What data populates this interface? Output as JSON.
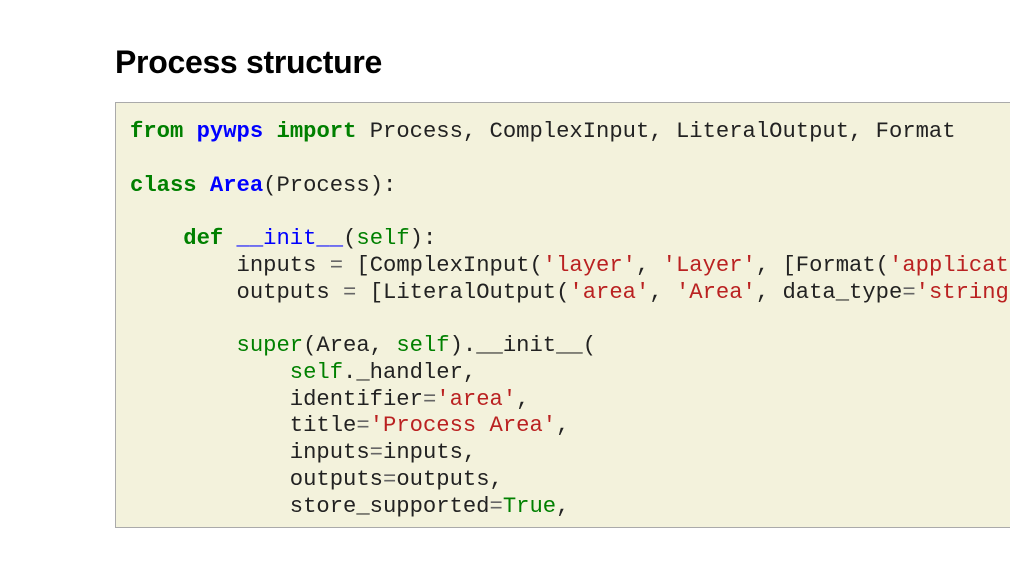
{
  "slide": {
    "title": "Process structure"
  },
  "code_lines": [
    [
      [
        "kw",
        "from"
      ],
      [
        "txt",
        " "
      ],
      [
        "ns",
        "pywps"
      ],
      [
        "txt",
        " "
      ],
      [
        "kw",
        "import"
      ],
      [
        "txt",
        " Process, ComplexInput, LiteralOutput, Format"
      ]
    ],
    [],
    [
      [
        "kw",
        "class"
      ],
      [
        "txt",
        " "
      ],
      [
        "cls",
        "Area"
      ],
      [
        "txt",
        "(Process):"
      ]
    ],
    [],
    [
      [
        "txt",
        "    "
      ],
      [
        "kw",
        "def"
      ],
      [
        "txt",
        " "
      ],
      [
        "fn",
        "__init__"
      ],
      [
        "txt",
        "("
      ],
      [
        "bi",
        "self"
      ],
      [
        "txt",
        "):"
      ]
    ],
    [
      [
        "txt",
        "        inputs "
      ],
      [
        "op",
        "="
      ],
      [
        "txt",
        " [ComplexInput("
      ],
      [
        "str",
        "'layer'"
      ],
      [
        "txt",
        ", "
      ],
      [
        "str",
        "'Layer'"
      ],
      [
        "txt",
        ", [Format("
      ],
      [
        "str",
        "'applicat"
      ]
    ],
    [
      [
        "txt",
        "        outputs "
      ],
      [
        "op",
        "="
      ],
      [
        "txt",
        " [LiteralOutput("
      ],
      [
        "str",
        "'area'"
      ],
      [
        "txt",
        ", "
      ],
      [
        "str",
        "'Area'"
      ],
      [
        "txt",
        ", data_type"
      ],
      [
        "op",
        "="
      ],
      [
        "str",
        "'string"
      ]
    ],
    [],
    [
      [
        "txt",
        "        "
      ],
      [
        "bi",
        "super"
      ],
      [
        "txt",
        "(Area, "
      ],
      [
        "bi",
        "self"
      ],
      [
        "txt",
        ").__init__("
      ]
    ],
    [
      [
        "txt",
        "            "
      ],
      [
        "bi",
        "self"
      ],
      [
        "txt",
        "._handler,"
      ]
    ],
    [
      [
        "txt",
        "            identifier"
      ],
      [
        "op",
        "="
      ],
      [
        "str",
        "'area'"
      ],
      [
        "txt",
        ","
      ]
    ],
    [
      [
        "txt",
        "            title"
      ],
      [
        "op",
        "="
      ],
      [
        "str",
        "'Process Area'"
      ],
      [
        "txt",
        ","
      ]
    ],
    [
      [
        "txt",
        "            inputs"
      ],
      [
        "op",
        "="
      ],
      [
        "txt",
        "inputs,"
      ]
    ],
    [
      [
        "txt",
        "            outputs"
      ],
      [
        "op",
        "="
      ],
      [
        "txt",
        "outputs,"
      ]
    ],
    [
      [
        "txt",
        "            store_supported"
      ],
      [
        "op",
        "="
      ],
      [
        "bi",
        "True"
      ],
      [
        "txt",
        ","
      ]
    ]
  ]
}
